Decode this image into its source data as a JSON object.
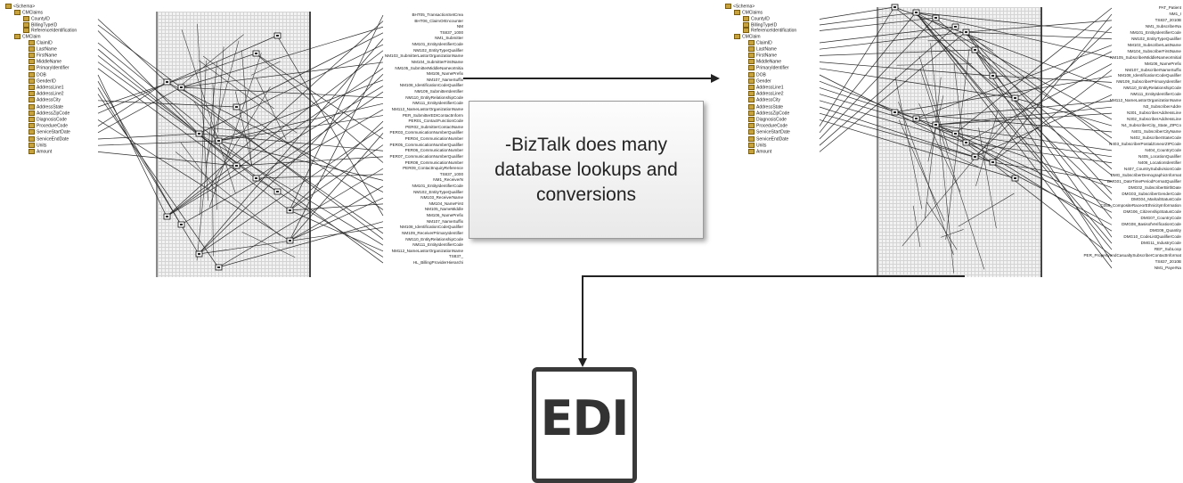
{
  "callout": {
    "text": "-BizTalk does many database lookups and conversions"
  },
  "edi_label": "EDI",
  "map1": {
    "schema_root": "<Schema>",
    "record": "CMClaims",
    "top_fields": [
      "CountyID",
      "BillingTypeID",
      "ReferenceIdentification"
    ],
    "child_record": "CMClaim",
    "child_fields": [
      "ClaimID",
      "LastName",
      "FirstName",
      "MiddleName",
      "PrimaryIdentifier",
      "DOB",
      "GenderID",
      "AddressLine1",
      "AddressLine2",
      "AddressCity",
      "AddressState",
      "AddressZipCode",
      "DiagnosisCode",
      "ProcedureCode",
      "ServiceStartDate",
      "ServiceEndDate",
      "Units",
      "Amount"
    ],
    "target_fields": [
      "BHT05_TransactionSetCrea",
      "BHT06_ClaimOrEncounter",
      "NM",
      "TS837_1000",
      "NM1_Submitter",
      "NM101_EntityIdentifierCode",
      "NM102_EntityTypeQualifier",
      "NM103_SubmitterLastorOrganizationName",
      "NM104_SubmitterFirstName",
      "NM105_SubmitterMiddleNameorInitia",
      "NM106_NamePrefix",
      "NM107_NameSuffix",
      "NM108_IdentificationCodeQualifier",
      "NM109_SubmitterIdentifier",
      "NM110_EntityRelationshipCode",
      "NM111_EntityIdentifierCode",
      "NM112_NameLastorOrganizationName",
      "PER_SubmitterEDIContactInform",
      "PER01_ContactFunctionCode",
      "PER02_SubmitterContactName",
      "PER03_CommunicationNumberQualifier",
      "PER04_CommunicationNumber",
      "PER05_CommunicationNumberQualifier",
      "PER06_CommunicationNumber",
      "PER07_CommunicationNumberQualifier",
      "PER08_CommunicationNumber",
      "PER09_ContactInquiryReference",
      "TS837_1000",
      "NM1_ReceiverN",
      "NM101_EntityIdentifierCode",
      "NM102_EntityTypeQualifier",
      "NM103_ReceiverName",
      "NM104_NameFirst",
      "NM105_NameMiddle",
      "NM106_NamePrefix",
      "NM107_NameSuffix",
      "NM108_IdentificationCodeQualifier",
      "NM109_ReceiverPrimaryIdentifier",
      "NM110_EntityRelationshipCode",
      "NM111_EntityIdentifierCode",
      "NM112_NameLastorOrganizationName",
      "TS837_",
      "HL_BillingProviderHierarchi"
    ]
  },
  "map2": {
    "schema_root": "<Schema>",
    "record": "CMClaims",
    "top_fields": [
      "CountyID",
      "BillingTypeID",
      "ReferenceIdentification"
    ],
    "child_record": "CMClaim",
    "child_fields": [
      "ClaimID",
      "LastName",
      "FirstName",
      "MiddleName",
      "PrimaryIdentifier",
      "DOB",
      "Gender",
      "AddressLine1",
      "AddressLine2",
      "AddressCity",
      "AddressState",
      "AddressZipCode",
      "DiagnosisCode",
      "ProcedureCode",
      "ServiceStartDate",
      "ServiceEndDate",
      "Units",
      "Amount"
    ],
    "target_fields": [
      "PAT_Patient",
      "NM1_I",
      "TS837_2010B",
      "NM1_SubscriberNa",
      "NM101_EntityIdentifierCode",
      "NM102_EntityTypeQualifier",
      "NM103_SubscriberLastName",
      "NM104_SubscriberFirstName",
      "NM105_SubscriberMiddleNameorInitial",
      "NM106_NamePrefix",
      "NM107_SubscriberNameSuffix",
      "NM108_IdentificationCodeQualifier",
      "NM109_SubscriberPrimaryIdentifier",
      "NM110_EntityRelationshipCode",
      "NM111_EntityIdentifierCode",
      "NM112_NameLastorOrganizationName",
      "N3_SubscriberAddre",
      "N301_SubscriberAddressLine",
      "N302_SubscriberAddressLine",
      "N4_SubscriberCity_State_ZIPCo",
      "N401_SubscriberCityName",
      "N402_SubscriberStateCode",
      "N403_SubscriberPostalZoneorZIPCode",
      "N404_CountryCode",
      "N405_LocationQualifier",
      "N406_LocationIdentifier",
      "N407_CountrySubdivisionCode",
      "DMG_SubscriberDemographicInformat",
      "DMG01_DateTimePeriodFormatQualifier",
      "DMG02_SubscriberBirthDate",
      "DMG03_SubscriberGenderCode",
      "DMG04_MaritalStatusCode",
      "C056_CompositeRaceorEthnicityInformation",
      "DMG06_CitizenshipStatusCode",
      "DMG07_CountryCode",
      "DMG08_BasisofVerificationCode",
      "DMG09_Quantity",
      "DMG10_CodeListQualifierCode",
      "DMG11_IndustryCode",
      "REF_SubLoop",
      "PER_PropertyandCasualtySubscriberContactInformat",
      "TS837_2010B",
      "NM1_PayerNa"
    ]
  }
}
